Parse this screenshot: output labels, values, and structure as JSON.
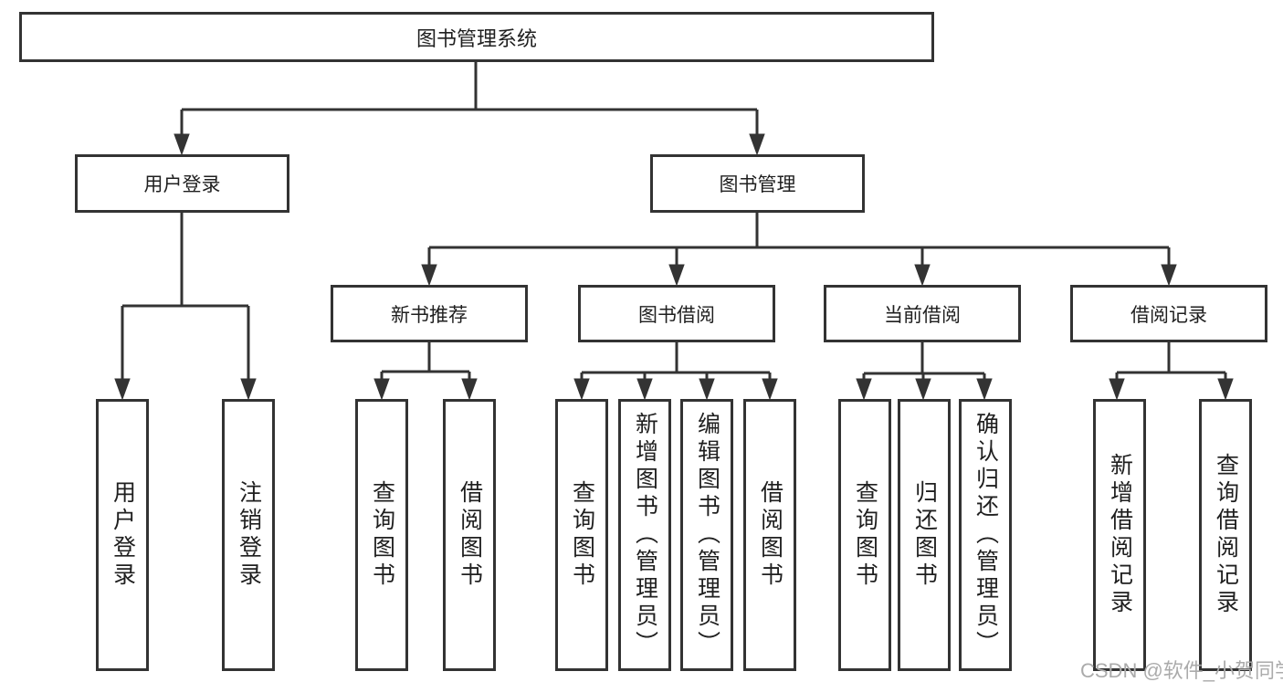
{
  "tree": {
    "root": "图书管理系统",
    "user_login": {
      "label": "用户登录",
      "children": [
        "用户登录",
        "注销登录"
      ]
    },
    "book_mgmt": {
      "label": "图书管理",
      "sections": [
        {
          "label": "新书推荐",
          "children": [
            "查询图书",
            "借阅图书"
          ]
        },
        {
          "label": "图书借阅",
          "children": [
            "查询图书",
            "新增图书（管理员）",
            "编辑图书（管理员）",
            "借阅图书"
          ]
        },
        {
          "label": "当前借阅",
          "children": [
            "查询图书",
            "归还图书",
            "确认归还（管理员）"
          ]
        },
        {
          "label": "借阅记录",
          "children": [
            "新增借阅记录",
            "查询借阅记录"
          ]
        }
      ]
    }
  },
  "watermark": "CSDN @软件_小贺同学",
  "colors": {
    "line": "#333333",
    "box_border": "#333333",
    "text": "#1f1f1f",
    "watermark": "#ababab",
    "background": "#ffffff"
  }
}
